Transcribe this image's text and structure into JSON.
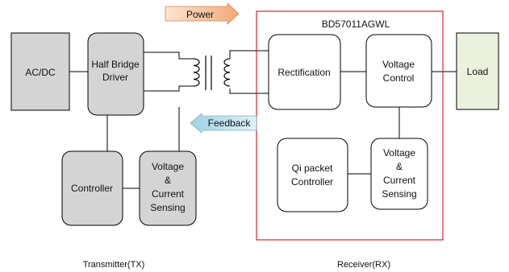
{
  "transmitter": {
    "acdc": "AC/DC",
    "half_bridge": [
      "Half Bridge",
      "Driver"
    ],
    "controller": "Controller",
    "sensing": [
      "Voltage",
      "&",
      "Current",
      "Sensing"
    ],
    "caption": "Transmitter(TX)"
  },
  "receiver": {
    "chip": "BD57011AGWL",
    "rectification": "Rectification",
    "voltage_control": [
      "Voltage",
      "Control"
    ],
    "qi_controller": [
      "Qi packet",
      "Controller"
    ],
    "sensing": [
      "Voltage",
      "&",
      "Current",
      "Sensing"
    ],
    "load": "Load",
    "caption": "Receiver(RX)"
  },
  "arrows": {
    "power": "Power",
    "feedback": "Feedback"
  },
  "colors": {
    "tx_block": "#d4d4d4",
    "acdc_block": "#d4d4d4",
    "load_block": "#eaf1dd",
    "rx_block": "#ffffff",
    "chip_border": "#e0202a",
    "power_arrow": "#f6bc96",
    "feedback_arrow": "#b7dde8",
    "line": "#000000"
  }
}
